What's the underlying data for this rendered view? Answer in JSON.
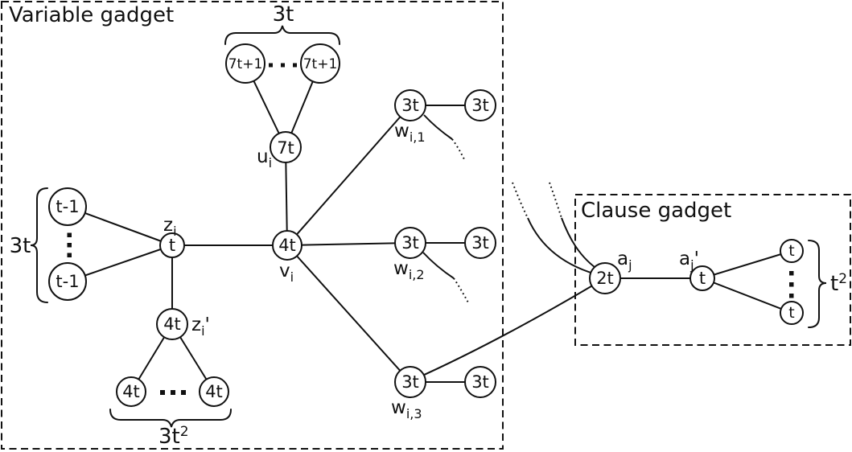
{
  "variable_gadget": {
    "title": "Variable gadget",
    "top_group": {
      "brace_label": "3t",
      "leaf_left": "7t+1",
      "leaf_right": "7t+1",
      "hub_value": "7t",
      "hub_label": {
        "base": "u",
        "sub": "i"
      }
    },
    "left_group": {
      "brace_label": "3t",
      "leaf_top": "t-1",
      "leaf_bottom": "t-1",
      "hub_value": "t",
      "hub_label": {
        "base": "z",
        "sub": "i"
      }
    },
    "bottom_group": {
      "brace_label": {
        "base": "3t",
        "sup": "2"
      },
      "leaf_left": "4t",
      "leaf_right": "4t",
      "hub_value": "4t",
      "hub_label": {
        "base": "z",
        "sub": "i",
        "prime": "'"
      }
    },
    "center_node": {
      "value": "4t",
      "label": {
        "base": "v",
        "sub": "i"
      }
    },
    "w_rows": [
      {
        "value": "3t",
        "partner_value": "3t",
        "label": {
          "base": "w",
          "sub": "i,1"
        }
      },
      {
        "value": "3t",
        "partner_value": "3t",
        "label": {
          "base": "w",
          "sub": "i,2"
        }
      },
      {
        "value": "3t",
        "partner_value": "3t",
        "label": {
          "base": "w",
          "sub": "i,3"
        }
      }
    ]
  },
  "clause_gadget": {
    "title": "Clause gadget",
    "hub_value": "2t",
    "hub_label": {
      "base": "a",
      "sub": "j"
    },
    "mid_value": "t",
    "mid_label": {
      "base": "a",
      "sub": "j",
      "prime": "'"
    },
    "leaf_top": "t",
    "leaf_bottom": "t",
    "brace_label": {
      "base": "t",
      "sup": "2"
    }
  },
  "icons": {
    "ellipsis_horizontal": "...",
    "ellipsis_vertical": "⋮"
  },
  "colors": {
    "ink": "#111111",
    "background": "#ffffff"
  }
}
